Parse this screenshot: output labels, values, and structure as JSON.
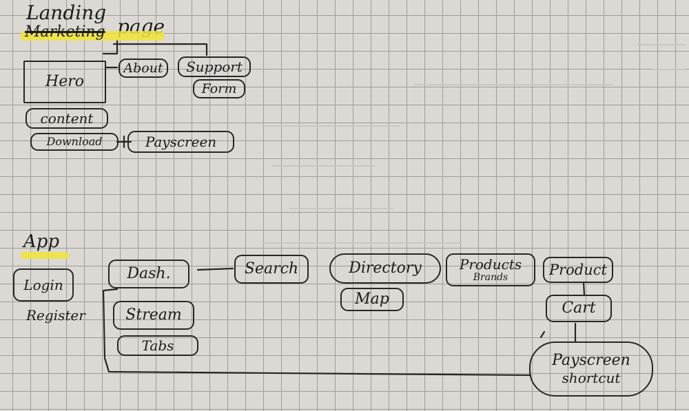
{
  "sections": {
    "landing": {
      "line1": "Landing",
      "line2": "page",
      "strike": "Marketing"
    },
    "app": {
      "title": "App"
    }
  },
  "nodes": {
    "hero": "Hero",
    "about": "About",
    "support": "Support",
    "form": "Form",
    "content": "content",
    "download": "Download",
    "payscreen_top": "Payscreen",
    "login": "Login",
    "register": "Register",
    "dash": "Dash.",
    "stream": "Stream",
    "tabs": "Tabs",
    "search": "Search",
    "directory": "Directory",
    "map": "Map",
    "products": "Products",
    "brands": "Brands",
    "product": "Product",
    "cart": "Cart",
    "payscreen_bottom": "Payscreen",
    "shortcut": "shortcut"
  },
  "highlight_color": "#f1e33a"
}
